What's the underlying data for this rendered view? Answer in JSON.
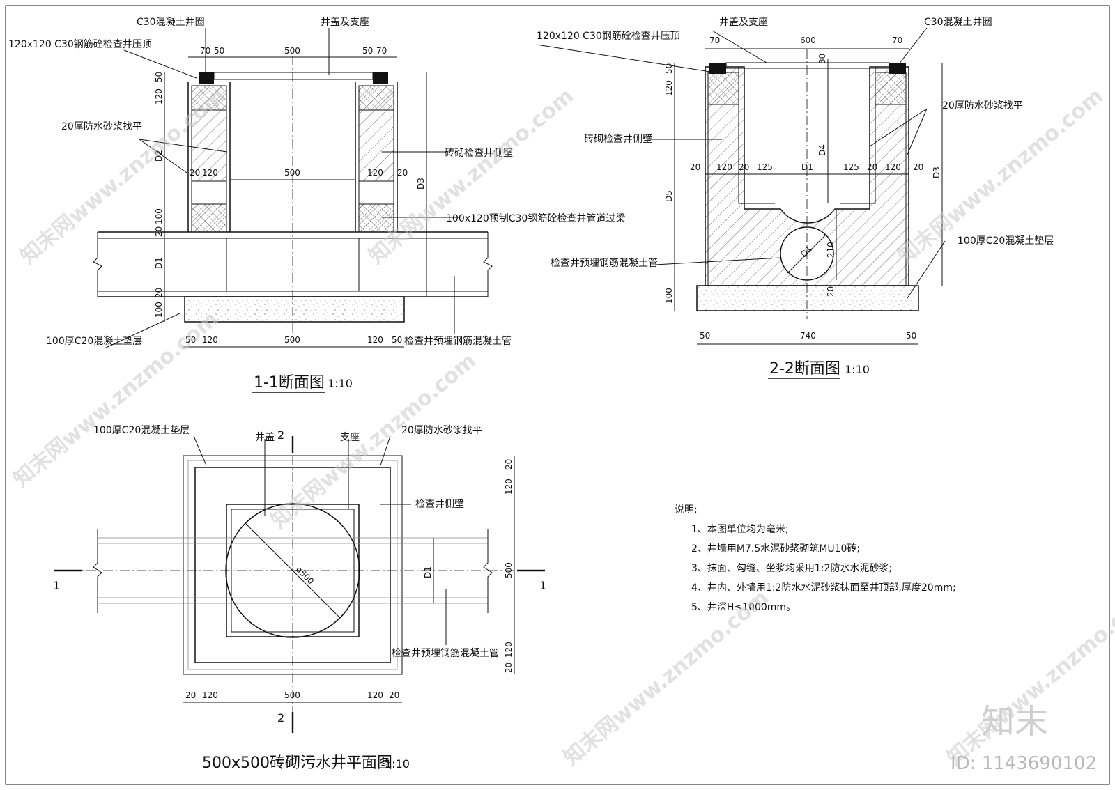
{
  "section_11": {
    "title": "1-1断面图",
    "scale": "1:10",
    "labels": {
      "c30_ring": "C30混凝土井圈",
      "cover_seat": "井盖及支座",
      "top_slab": "120x120 C30钢筋砼检查井压顶",
      "mortar": "20厚防水砂浆找平",
      "brick_wall": "砖砌检查井侧壁",
      "lintel": "100x120预制C30钢筋砼检查井管道过梁",
      "base": "100厚C20混凝土垫层",
      "pipe": "检查井预埋钢筋混凝土管"
    },
    "dims": {
      "top": [
        "70",
        "50",
        "500",
        "50",
        "70"
      ],
      "mid": [
        "20",
        "120",
        "500",
        "120",
        "20"
      ],
      "bottom": [
        "50",
        "120",
        "500",
        "120",
        "50"
      ],
      "left_v": [
        "50",
        "120",
        "D2",
        "100",
        "20",
        "D1",
        "20",
        "100"
      ],
      "right_v": "D3"
    }
  },
  "section_22": {
    "title": "2-2断面图",
    "scale": "1:10",
    "labels": {
      "cover_seat": "井盖及支座",
      "c30_ring": "C30混凝土井圈",
      "top_slab": "120x120 C30钢筋砼检查井压顶",
      "mortar": "20厚防水砂浆找平",
      "brick_wall": "砖砌检查井侧壁",
      "base": "100厚C20混凝土垫层",
      "pipe": "检查井预埋钢筋混凝土管"
    },
    "dims": {
      "top": [
        "70",
        "600",
        "70"
      ],
      "top_v": "30",
      "mid": [
        "20",
        "120",
        "20",
        "125",
        "D1",
        "125",
        "20",
        "120",
        "20"
      ],
      "bottom": [
        "50",
        "740",
        "50"
      ],
      "left_v": [
        "50",
        "120",
        "D5",
        "100"
      ],
      "right_v": "D3",
      "d4": "D4",
      "pipe_d": "D1",
      "d210": "210",
      "d20": "20"
    }
  },
  "plan": {
    "title": "500x500砖砌污水井平面图",
    "scale": "1:10",
    "labels": {
      "base": "100厚C20混凝土垫层",
      "cover": "井盖",
      "seat": "支座",
      "mortar": "20厚防水砂浆找平",
      "wall": "检查井侧壁",
      "pipe": "检查井预埋钢筋混凝土管",
      "diameter": "ø500",
      "d1": "D1"
    },
    "cut_marks": {
      "a": "1",
      "b": "2"
    },
    "dims": {
      "bottom": [
        "20",
        "120",
        "500",
        "120",
        "20"
      ],
      "right_v": [
        "20",
        "120",
        "500",
        "120",
        "20"
      ]
    }
  },
  "notes": {
    "heading": "说明:",
    "items": [
      "1、本图单位均为毫米;",
      "2、井墙用M7.5水泥砂浆砌筑MU10砖;",
      "3、抹面、勾缝、坐浆均采用1:2防水水泥砂浆;",
      "4、井内、外墙用1:2防水水泥砂浆抹面至井顶部,厚度20mm;",
      "5、井深H≤1000mm。"
    ]
  },
  "watermark": {
    "site": "知末网www.znzmo.com",
    "logo": "知末",
    "id": "ID: 1143690102"
  }
}
